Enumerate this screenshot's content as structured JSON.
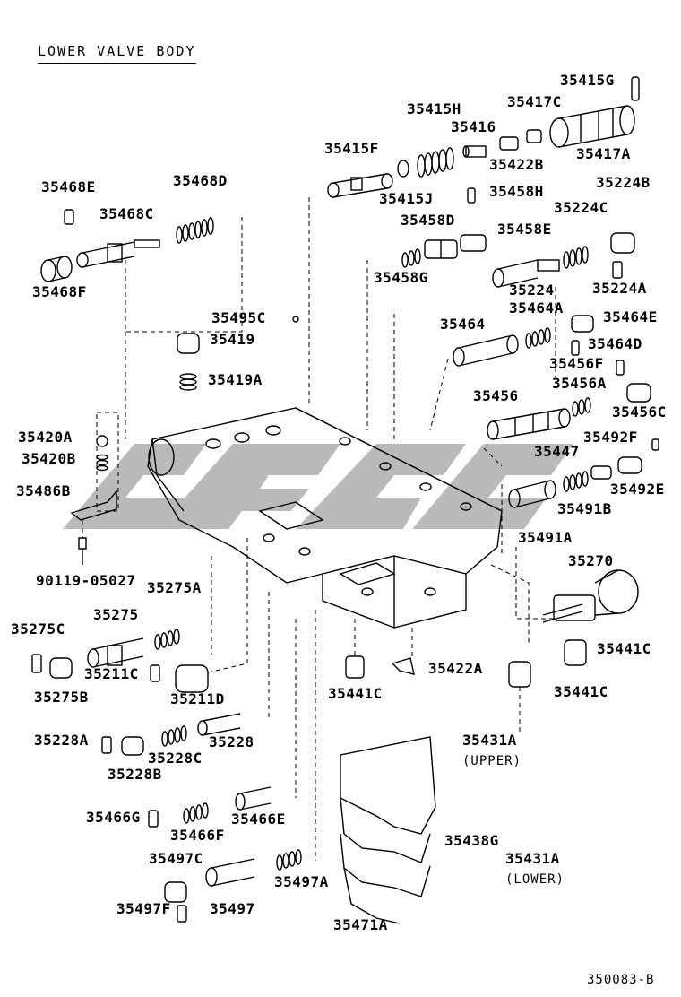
{
  "diagram": {
    "title": "LOWER VALVE BODY",
    "footer_code": "350083-B",
    "watermark_color": "#b3b3b3",
    "line_color": "#000000",
    "labels": {
      "p35415G": "35415G",
      "p35417C": "35417C",
      "p35415H": "35415H",
      "p35416": "35416",
      "p35415F": "35415F",
      "p35422B": "35422B",
      "p35417A": "35417A",
      "p35468E": "35468E",
      "p35468D": "35468D",
      "p35415J": "35415J",
      "p35458H": "35458H",
      "p35224B": "35224B",
      "p35468C": "35468C",
      "p35458D": "35458D",
      "p35224C": "35224C",
      "p35458E": "35458E",
      "p35458G": "35458G",
      "p35468F": "35468F",
      "p35224": "35224",
      "p35224A": "35224A",
      "p35464A": "35464A",
      "p35495C": "35495C",
      "p35464E": "35464E",
      "p35464": "35464",
      "p35419": "35419",
      "p35464D": "35464D",
      "p35456F": "35456F",
      "p35419A": "35419A",
      "p35456A": "35456A",
      "p35456": "35456",
      "p35456C": "35456C",
      "p35420A": "35420A",
      "p35492F": "35492F",
      "p35447": "35447",
      "p35420B": "35420B",
      "p35486B": "35486B",
      "p35492E": "35492E",
      "p35491B": "35491B",
      "p35491A": "35491A",
      "p90119": "90119-05027",
      "p35270": "35270",
      "p35275A": "35275A",
      "p35275C": "35275C",
      "p35275": "35275",
      "p35211C": "35211C",
      "p35441C_r": "35441C",
      "p35422A": "35422A",
      "p35275B": "35275B",
      "p35211D": "35211D",
      "p35441C_m": "35441C",
      "p35441C_b": "35441C",
      "p35228A": "35228A",
      "p35228": "35228",
      "p35431A_u": "35431A",
      "p35228C": "35228C",
      "upper": "(UPPER)",
      "p35228B": "35228B",
      "p35466G": "35466G",
      "p35466E": "35466E",
      "p35438G": "35438G",
      "p35466F": "35466F",
      "p35497C": "35497C",
      "p35431A_l": "35431A",
      "p35497A": "35497A",
      "lower": "(LOWER)",
      "p35497F": "35497F",
      "p35497": "35497",
      "p35471A": "35471A"
    }
  }
}
